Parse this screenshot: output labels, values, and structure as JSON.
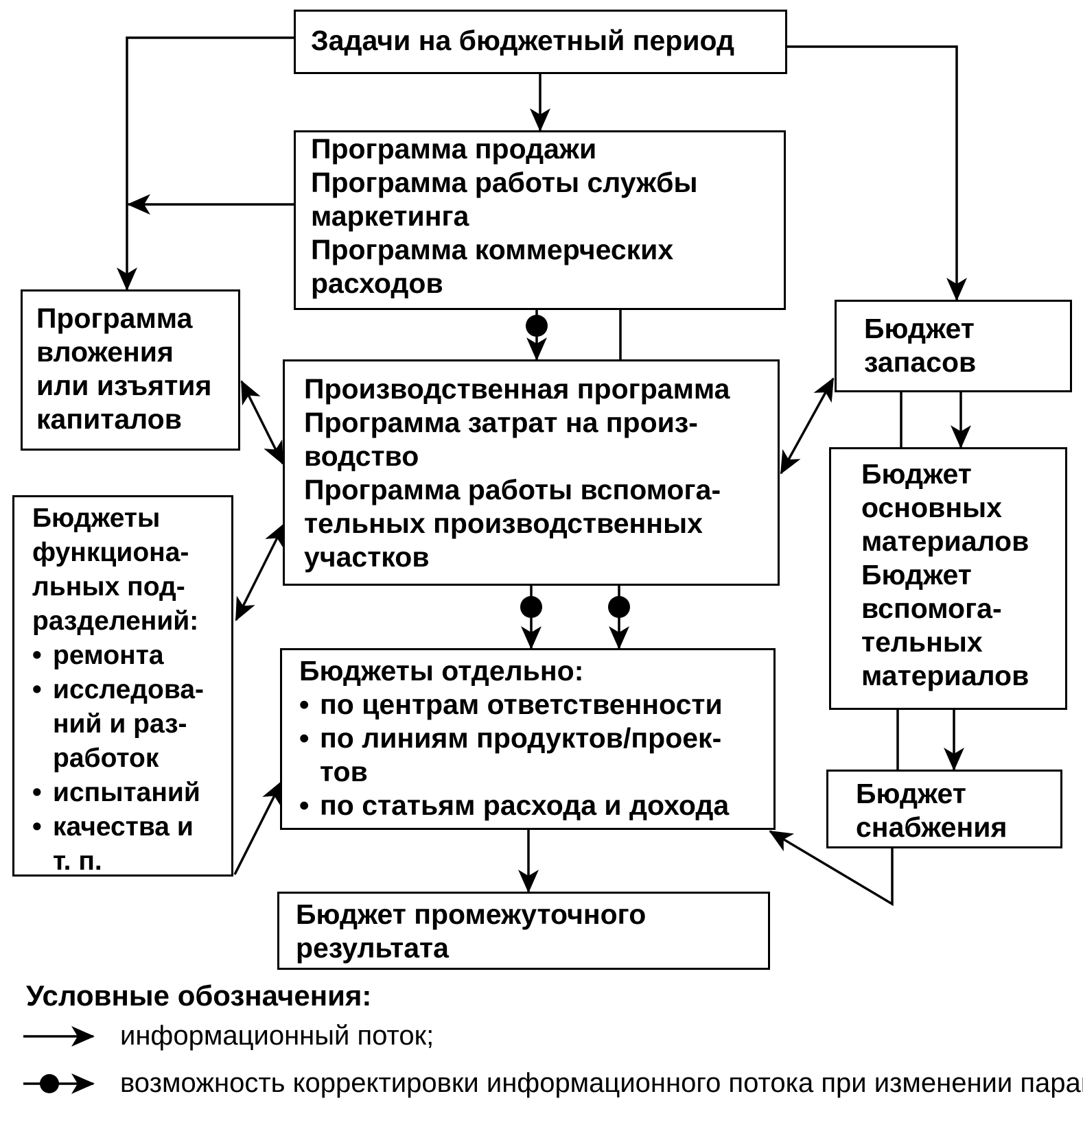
{
  "boxes": {
    "tasks": {
      "lines": [
        "Задачи на бюджетный период"
      ]
    },
    "sales": {
      "lines": [
        "Программа продажи",
        "Программа работы службы",
        "маркетинга",
        "Программа коммерческих",
        "расходов"
      ]
    },
    "capital": {
      "lines": [
        "Программа",
        "вложения",
        "или изъятия",
        "капиталов"
      ]
    },
    "stock": {
      "lines": [
        "Бюджет",
        "запасов"
      ]
    },
    "production": {
      "lines": [
        "Производственная программа",
        "Программа затрат на произ-",
        "водство",
        "Программа работы вспомога-",
        "тельных производственных",
        "участков"
      ]
    },
    "functional": {
      "lines": [
        "Бюджеты",
        "функциона-",
        "льных под-",
        "разделений:"
      ],
      "bullets": [
        [
          "ремонта"
        ],
        [
          "исследова-",
          "ний и раз-",
          "работок"
        ],
        [
          "испытаний"
        ],
        [
          "качества и",
          "т. п."
        ]
      ]
    },
    "materials": {
      "lines": [
        "Бюджет",
        "основных",
        "материалов",
        "Бюджет",
        "вспомога-",
        "тельных",
        "материалов"
      ]
    },
    "separate": {
      "lines": [
        "Бюджеты отдельно:"
      ],
      "bullets": [
        [
          "по центрам ответственности"
        ],
        [
          "по линиям продуктов/проек-",
          "тов"
        ],
        [
          "по статьям расхода и дохода"
        ]
      ]
    },
    "supply": {
      "lines": [
        "Бюджет",
        "снабжения"
      ]
    },
    "interim": {
      "lines": [
        "Бюджет промежуточного",
        "результата"
      ]
    }
  },
  "legend": {
    "title": "Условные обозначения:",
    "items": [
      {
        "symbol": "arrow-icon",
        "text": [
          "информационный поток;"
        ]
      },
      {
        "symbol": "dot-arrow-icon",
        "text": [
          "возможность корректировки информационного потока",
          "при изменении параметров планирования."
        ]
      }
    ]
  }
}
